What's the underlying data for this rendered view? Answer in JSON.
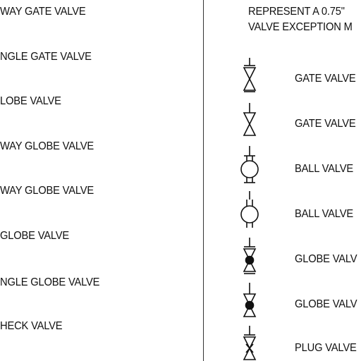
{
  "left_column": {
    "labels": [
      "WAY GATE VALVE",
      "NGLE GATE VALVE",
      "LOBE VALVE",
      "WAY GLOBE VALVE",
      "WAY GLOBE VALVE",
      "GLOBE VALVE",
      "NGLE GLOBE VALVE",
      "HECK VALVE"
    ]
  },
  "right_column": {
    "note_line1": "REPRESENT A 0.75\"",
    "note_line2": "VALVE EXCEPTION M",
    "legend": [
      {
        "label": "GATE VALVE",
        "symbol": "gate-valve-icon"
      },
      {
        "label": "GATE VALVE",
        "symbol": "gate-valve-icon"
      },
      {
        "label": "BALL VALVE",
        "symbol": "ball-valve-icon"
      },
      {
        "label": "BALL VALVE",
        "symbol": "ball-valve-icon"
      },
      {
        "label": "GLOBE VALV",
        "symbol": "globe-valve-icon"
      },
      {
        "label": "GLOBE VALV",
        "symbol": "globe-valve-icon"
      },
      {
        "label": "PLUG VALVE",
        "symbol": "plug-valve-icon"
      }
    ]
  }
}
